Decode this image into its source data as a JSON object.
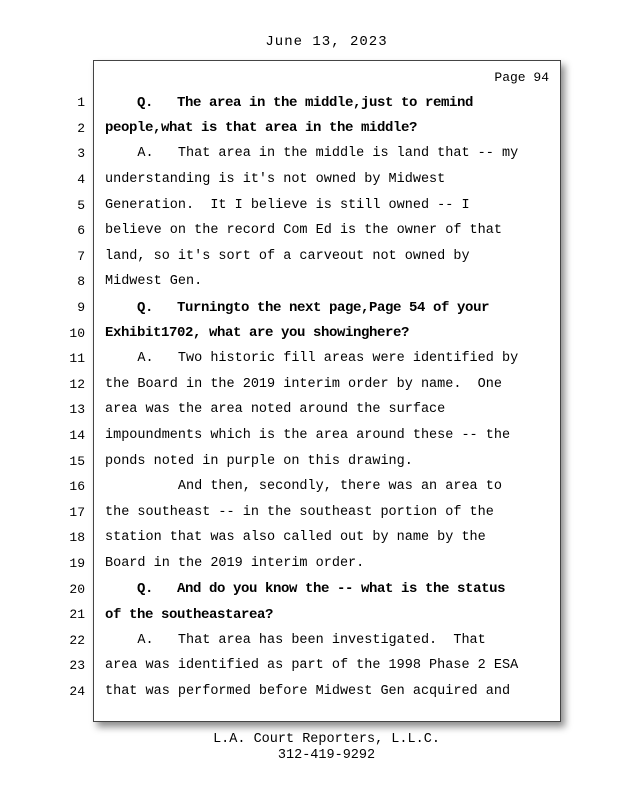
{
  "header": {
    "date": "June 13, 2023"
  },
  "transcript": {
    "page_label": "Page 94",
    "lines": [
      {
        "num": "1",
        "bold": true,
        "text": "    Q.   The area in the middle,just to remind"
      },
      {
        "num": "2",
        "bold": true,
        "text": "people,what is that area in the middle?"
      },
      {
        "num": "3",
        "bold": false,
        "text": "    A.   That area in the middle is land that -- my"
      },
      {
        "num": "4",
        "bold": false,
        "text": "understanding is it's not owned by Midwest"
      },
      {
        "num": "5",
        "bold": false,
        "text": "Generation.  It I believe is still owned -- I"
      },
      {
        "num": "6",
        "bold": false,
        "text": "believe on the record Com Ed is the owner of that"
      },
      {
        "num": "7",
        "bold": false,
        "text": "land, so it's sort of a carveout not owned by"
      },
      {
        "num": "8",
        "bold": false,
        "text": "Midwest Gen."
      },
      {
        "num": "9",
        "bold": true,
        "text": "    Q.   Turningto the next page,Page 54 of your"
      },
      {
        "num": "10",
        "bold": true,
        "text": "Exhibit1702, what are you showinghere?"
      },
      {
        "num": "11",
        "bold": false,
        "text": "    A.   Two historic fill areas were identified by"
      },
      {
        "num": "12",
        "bold": false,
        "text": "the Board in the 2019 interim order by name.  One"
      },
      {
        "num": "13",
        "bold": false,
        "text": "area was the area noted around the surface"
      },
      {
        "num": "14",
        "bold": false,
        "text": "impoundments which is the area around these -- the"
      },
      {
        "num": "15",
        "bold": false,
        "text": "ponds noted in purple on this drawing."
      },
      {
        "num": "16",
        "bold": false,
        "text": "         And then, secondly, there was an area to"
      },
      {
        "num": "17",
        "bold": false,
        "text": "the southeast -- in the southeast portion of the"
      },
      {
        "num": "18",
        "bold": false,
        "text": "station that was also called out by name by the"
      },
      {
        "num": "19",
        "bold": false,
        "text": "Board in the 2019 interim order."
      },
      {
        "num": "20",
        "bold": true,
        "text": "    Q.   And do you know the -- what is the status"
      },
      {
        "num": "21",
        "bold": true,
        "text": "of the southeastarea?"
      },
      {
        "num": "22",
        "bold": false,
        "text": "    A.   That area has been investigated.  That"
      },
      {
        "num": "23",
        "bold": false,
        "text": "area was identified as part of the 1998 Phase 2 ESA"
      },
      {
        "num": "24",
        "bold": false,
        "text": "that was performed before Midwest Gen acquired and"
      }
    ]
  },
  "footer": {
    "org": "L.A. Court Reporters, L.L.C.",
    "phone": "312-419-9292"
  }
}
